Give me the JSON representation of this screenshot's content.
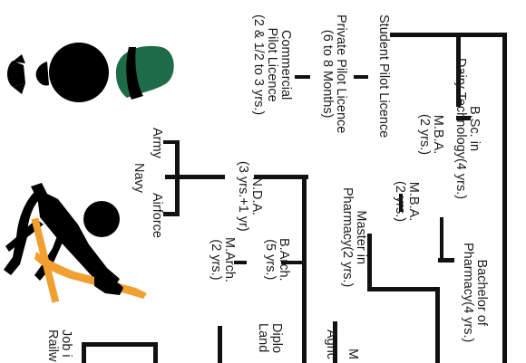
{
  "nodes": {
    "student_pilot": "Student Pilot Licence",
    "private_pilot": "Private Pilot Licence\n(6 to 8 Months)",
    "commercial_pilot": "Commercial\nPilot Licence\n(2 & 1/2 to 3 yrs.)",
    "bsc_dairy": "B.Sc. in\nDairy Technology(4 yrs.)",
    "mba_1": "M.B.A.\n(2 yrs.)",
    "mba_2": "M.B.A.\n(2 yrs.)",
    "master_pharmacy": "Master in\nPharmacy(2 yrs.)",
    "bachelor_pharmacy": "Bachelor of\nPharmacy(4 yrs.)",
    "nda": "N.D.A.\n(3 yrs.+1 yr)",
    "army": "Army",
    "navy": "Navy",
    "airforce": "Airforce",
    "barch": "B.Arch.\n(5 yrs.)",
    "march": "M.Arch.\n(2 yrs.)",
    "diploma_partial": "Diplo\nLand",
    "job_partial": "Job i\nRailw",
    "agri_partial": "Agric",
    "m_partial": "M"
  },
  "colors": {
    "line": "#111111",
    "silhouette": "#000000",
    "pilot_cap": "#1e6b47",
    "tool": "#f0a030"
  },
  "icons": [
    "pilot-silhouette-icon",
    "worker-silhouette-icon"
  ]
}
